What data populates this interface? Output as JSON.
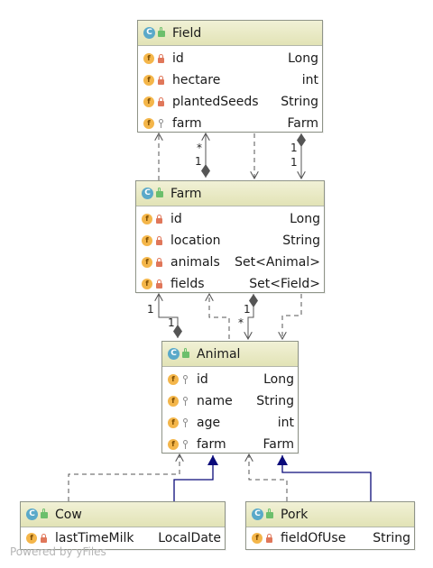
{
  "classes": {
    "field": {
      "name": "Field",
      "fields": [
        {
          "name": "id",
          "type": "Long",
          "visibility": "private"
        },
        {
          "name": "hectare",
          "type": "int",
          "visibility": "private"
        },
        {
          "name": "plantedSeeds",
          "type": "String",
          "visibility": "private"
        },
        {
          "name": "farm",
          "type": "Farm",
          "visibility": "package"
        }
      ]
    },
    "farm": {
      "name": "Farm",
      "fields": [
        {
          "name": "id",
          "type": "Long",
          "visibility": "private"
        },
        {
          "name": "location",
          "type": "String",
          "visibility": "private"
        },
        {
          "name": "animals",
          "type": "Set<Animal>",
          "visibility": "private"
        },
        {
          "name": "fields",
          "type": "Set<Field>",
          "visibility": "private"
        }
      ]
    },
    "animal": {
      "name": "Animal",
      "fields": [
        {
          "name": "id",
          "type": "Long",
          "visibility": "package"
        },
        {
          "name": "name",
          "type": "String",
          "visibility": "package"
        },
        {
          "name": "age",
          "type": "int",
          "visibility": "package"
        },
        {
          "name": "farm",
          "type": "Farm",
          "visibility": "package"
        }
      ]
    },
    "cow": {
      "name": "Cow",
      "fields": [
        {
          "name": "lastTimeMilk",
          "type": "LocalDate",
          "visibility": "private"
        }
      ]
    },
    "pork": {
      "name": "Pork",
      "fields": [
        {
          "name": "fieldOfUse",
          "type": "String",
          "visibility": "private"
        }
      ]
    }
  },
  "icons": {
    "class_badge": "C",
    "field_badge": "f"
  },
  "multiplicities": {
    "field_farm_a_star": "*",
    "field_farm_a_one": "1",
    "field_farm_b_top": "1",
    "field_farm_b_bottom": "1",
    "farm_animal_left_top": "1",
    "farm_animal_left_bottom": "1",
    "farm_animal_right_top": "1",
    "farm_animal_right_bottom": "*"
  },
  "colors": {
    "header_gradient_top": "#f1f1d6",
    "header_gradient_bottom": "#e2e3b6",
    "class_icon": "#5aa9c9",
    "field_icon": "#f4b64a",
    "private_lock": "#e0775a",
    "public_icon": "#6cbf6c",
    "inheritance_line": "#0a0a7a",
    "association_line": "#555555"
  },
  "footer": "Powered by yFiles"
}
